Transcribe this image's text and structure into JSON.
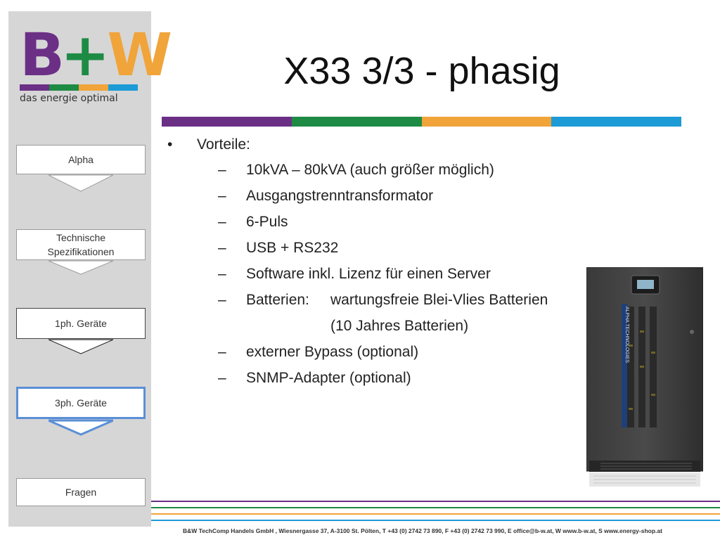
{
  "logo": {
    "letter_b": "B",
    "plus": "+",
    "letter_w": "W",
    "slogan": "das energie optimal",
    "colors": {
      "purple": "#6b2f86",
      "green": "#1e8b45",
      "orange": "#f0a43a",
      "blue": "#1c9bd6"
    }
  },
  "navigation": {
    "items": [
      {
        "label": "Alpha"
      },
      {
        "label_line1": "Technische",
        "label_line2": "Spezifikationen"
      },
      {
        "label": "1ph. Geräte"
      },
      {
        "label": "3ph. Geräte",
        "active": true
      },
      {
        "label": "Fragen"
      }
    ],
    "active_color": "#5b8fd6"
  },
  "slide": {
    "title": "X33 3/3 - phasig",
    "bullet_symbol": "•",
    "dash_symbol": "–",
    "main_bullet": "Vorteile:",
    "sub_items": [
      {
        "text": "10kVA – 80kVA (auch größer möglich)"
      },
      {
        "text": "Ausgangstrenntransformator"
      },
      {
        "text": "6-Puls"
      },
      {
        "text": "USB + RS232"
      },
      {
        "text": "Software inkl. Lizenz für einen Server"
      },
      {
        "text": "Batterien:",
        "text2": "wartungsfreie Blei-Vlies Batterien"
      },
      {
        "text2": "(10 Jahres Batterien)"
      },
      {
        "text": "externer Bypass (optional)"
      },
      {
        "text": "SNMP-Adapter (optional)"
      }
    ]
  },
  "product_image": {
    "brand_label": "ALPHA TECHNOLOGIES"
  },
  "footer": {
    "text": "B&W TechComp Handels GmbH , Wiesnergasse 37, A-3100 St. Pölten, T +43 (0) 2742 73 890, F +43 (0) 2742 73 990, E office@b-w.at, W www.b-w.at, S www.energy-shop.at"
  }
}
